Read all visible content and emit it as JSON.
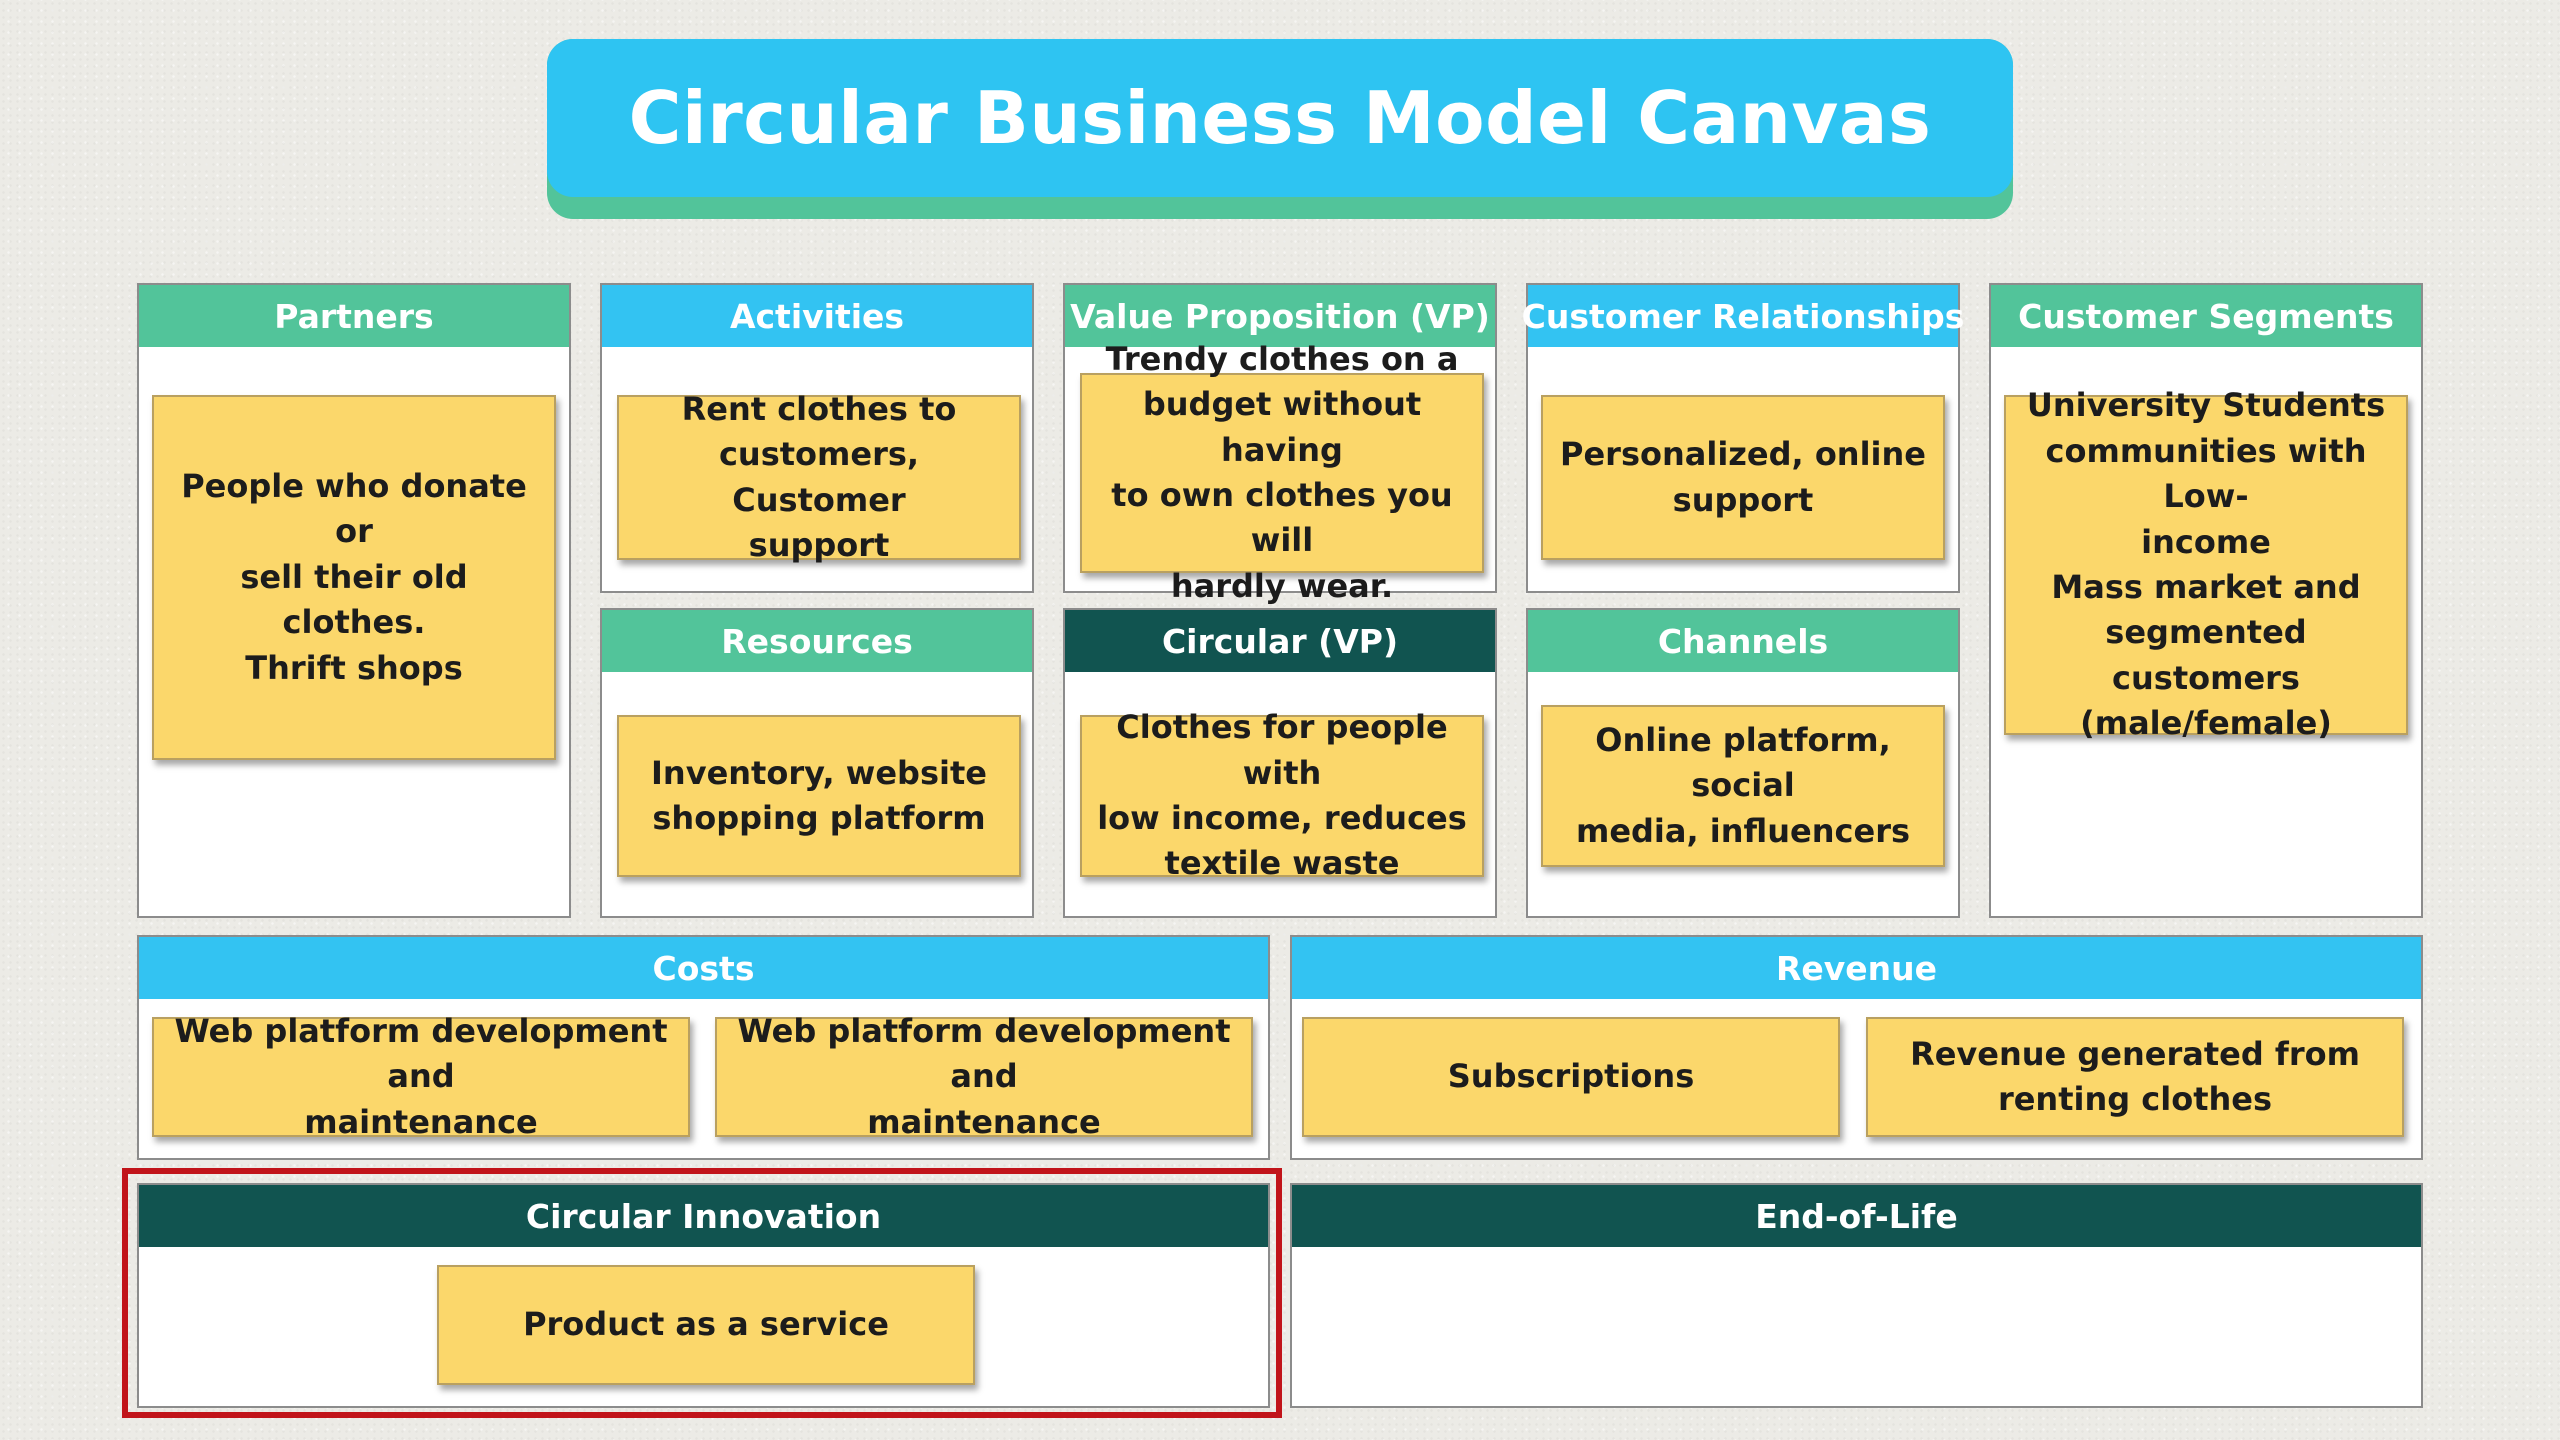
{
  "title": "Circular Business Model Canvas",
  "colors": {
    "header_green": "#52c49a",
    "header_blue": "#33c3f2",
    "header_dark": "#115450",
    "sticky_note": "#fbd76b",
    "highlight_border": "#c1141a"
  },
  "partners": {
    "header": "Partners",
    "notes": [
      "People who donate or\nsell their old clothes.\nThrift shops"
    ]
  },
  "activities": {
    "header": "Activities",
    "notes": [
      "Rent clothes to\ncustomers, Customer\nsupport"
    ]
  },
  "value_proposition": {
    "header": "Value Proposition (VP)",
    "notes": [
      "Trendy clothes on a\nbudget without having\nto own clothes you will\nhardly wear."
    ]
  },
  "customer_relationships": {
    "header": "Customer Relationships",
    "notes": [
      "Personalized, online\nsupport"
    ]
  },
  "customer_segments": {
    "header": "Customer Segments",
    "notes": [
      "University Students\ncommunities with Low-\nincome\nMass market and\nsegmented customers\n(male/female)"
    ]
  },
  "resources": {
    "header": "Resources",
    "notes": [
      "Inventory, website\nshopping platform"
    ]
  },
  "circular_vp": {
    "header": "Circular (VP)",
    "notes": [
      "Clothes for people with\nlow income, reduces\ntextile waste"
    ]
  },
  "channels": {
    "header": "Channels",
    "notes": [
      "Online platform, social\nmedia, influencers"
    ]
  },
  "costs": {
    "header": "Costs",
    "notes": [
      "Web platform development and\nmaintenance",
      "Web platform development and\nmaintenance"
    ]
  },
  "revenue": {
    "header": "Revenue",
    "notes": [
      "Subscriptions",
      "Revenue generated from\nrenting clothes"
    ]
  },
  "circular_innovation": {
    "header": "Circular Innovation",
    "notes": [
      "Product as a service"
    ]
  },
  "end_of_life": {
    "header": "End-of-Life",
    "notes": []
  }
}
